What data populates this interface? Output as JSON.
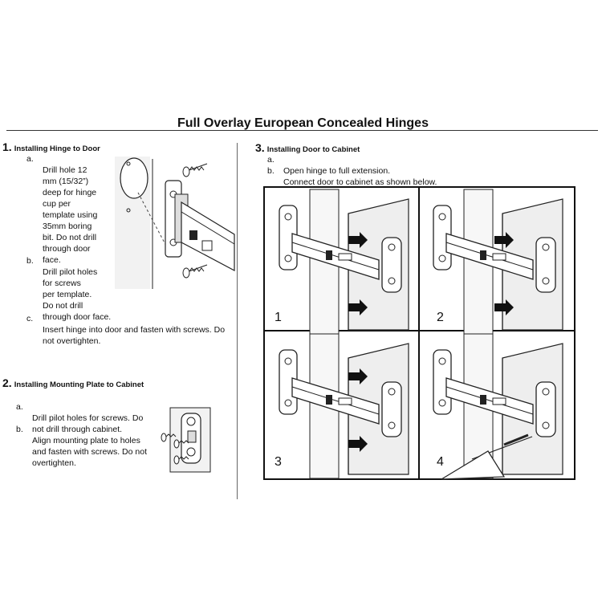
{
  "title": "Full Overlay European Concealed Hinges",
  "sections": [
    {
      "number": "1.",
      "heading": "Installing Hinge to Door",
      "items": [
        {
          "marker": "a.",
          "text": "Drill hole 12\nmm (15/32”)\ndeep for hinge\ncup per\ntemplate using\n35mm boring\nbit. Do not drill\nthrough door\nface."
        },
        {
          "marker": "b.",
          "text": "Drill pilot holes\nfor screws\nper template.\nDo not drill\nthrough door face."
        },
        {
          "marker": "c.",
          "text": "Insert hinge into door and fasten with screws. Do\nnot overtighten."
        }
      ]
    },
    {
      "number": "2.",
      "heading": "Installing Mounting Plate to Cabinet",
      "items": [
        {
          "marker": "a.",
          "text": "Drill pilot holes for screws. Do\nnot drill through cabinet."
        },
        {
          "marker": "b.",
          "text": "Align mounting plate to holes\nand fasten with screws. Do not\novertighten."
        }
      ]
    },
    {
      "number": "3.",
      "heading": "Installing Door to Cabinet",
      "items": [
        {
          "marker": "a.",
          "text": "Open hinge to full extension."
        },
        {
          "marker": "b.",
          "text": "Connect door to cabinet as shown below."
        }
      ]
    }
  ],
  "panels": [
    "1",
    "2",
    "3",
    "4"
  ]
}
